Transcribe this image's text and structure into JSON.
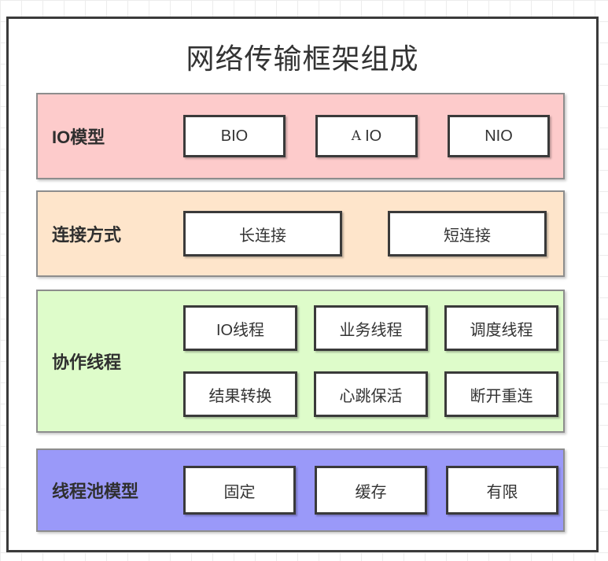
{
  "title": "网络传输框架组成",
  "colors": {
    "frame_border": "#3a3a3a",
    "band_border": "#8d8d8d",
    "grid_line": "#ececec",
    "io_model_bg": "#fdcbcb",
    "connection_bg": "#fee5cb",
    "threads_bg": "#defcca",
    "pool_bg": "#9a99f9",
    "text": "#333333"
  },
  "rows": [
    {
      "label": "IO模型",
      "color": "#fdcbcb",
      "boxes": [
        {
          "label": "BIO"
        },
        {
          "label_parts": [
            "A",
            "IO"
          ]
        },
        {
          "label": "NIO"
        }
      ]
    },
    {
      "label": "连接方式",
      "color": "#fee5cb",
      "boxes": [
        {
          "label": "长连接"
        },
        {
          "label": "短连接"
        }
      ]
    },
    {
      "label": "协作线程",
      "color": "#defcca",
      "boxes": [
        {
          "label": "IO线程"
        },
        {
          "label": "业务线程"
        },
        {
          "label": "调度线程"
        },
        {
          "label": "结果转换"
        },
        {
          "label": "心跳保活"
        },
        {
          "label": "断开重连"
        }
      ]
    },
    {
      "label": "线程池模型",
      "color": "#9a99f9",
      "boxes": [
        {
          "label": "固定"
        },
        {
          "label": "缓存"
        },
        {
          "label": "有限"
        }
      ]
    }
  ]
}
